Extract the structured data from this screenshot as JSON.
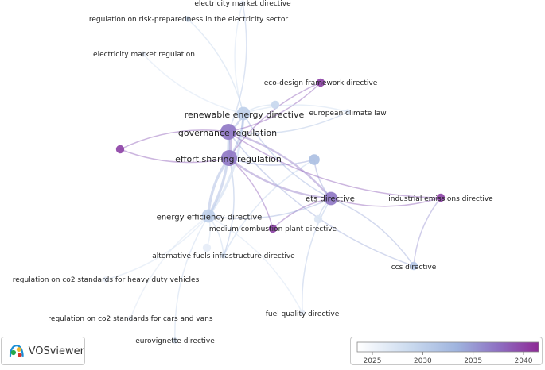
{
  "app": {
    "name": "VOSviewer"
  },
  "legend": {
    "ticks": [
      "2025",
      "2030",
      "2035",
      "2040"
    ],
    "scale_min": 2023.5,
    "scale_max": 2041.5,
    "colors": [
      "#ffffff",
      "#c9d9ee",
      "#9fb4de",
      "#8e6fc2",
      "#8e2a96"
    ]
  },
  "nodes": [
    {
      "id": "electricity-market-directive",
      "label": "electricity market directive",
      "weight": 1,
      "year": 2026
    },
    {
      "id": "regulation-on-risk-preparedness",
      "label": "regulation on risk-preparedness in the electricity sector",
      "weight": 1,
      "year": 2029
    },
    {
      "id": "electricity-market-regulation",
      "label": "electricity market regulation",
      "weight": 1,
      "year": 2026
    },
    {
      "id": "eco-design-framework-directive",
      "label": "eco-design framework directive",
      "weight": 2,
      "year": 2040
    },
    {
      "id": "renewable-energy-directive",
      "label": "renewable energy directive",
      "weight": 4,
      "year": 2030
    },
    {
      "id": "european-climate-law",
      "label": "european climate law",
      "weight": 1,
      "year": 2027
    },
    {
      "id": "governance-regulation",
      "label": "governance regulation",
      "weight": 5,
      "year": 2037
    },
    {
      "id": "effort-sharing-regulation",
      "label": "effort sharing regulation",
      "weight": 5,
      "year": 2037
    },
    {
      "id": "ets-directive",
      "label": "ets directive",
      "weight": 4,
      "year": 2037
    },
    {
      "id": "industrial-emissions-directive",
      "label": "industrial emissions directive",
      "weight": 2,
      "year": 2040
    },
    {
      "id": "energy-efficiency-directive",
      "label": "energy efficiency directive",
      "weight": 4,
      "year": 2030
    },
    {
      "id": "medium-combustion-plant-directive",
      "label": "medium combustion plant directive",
      "weight": 2,
      "year": 2040
    },
    {
      "id": "alternative-fuels-infrastructure-directive",
      "label": "alternative fuels infrastructure directive",
      "weight": 1,
      "year": 2028
    },
    {
      "id": "ccs-directive",
      "label": "ccs directive",
      "weight": 2,
      "year": 2031
    },
    {
      "id": "regulation-on-co2-standards-heavy-duty",
      "label": "regulation on co2 standards for heavy duty vehicles",
      "weight": 1,
      "year": 2026
    },
    {
      "id": "regulation-on-co2-standards-cars-vans",
      "label": "regulation on co2 standards for cars and vans",
      "weight": 1,
      "year": 2025
    },
    {
      "id": "fuel-quality-directive",
      "label": "fuel quality directive",
      "weight": 1,
      "year": 2026
    },
    {
      "id": "eurovignette-directive",
      "label": "eurovignette directive",
      "weight": 1,
      "year": 2028
    },
    {
      "id": "unlabeled-node-a",
      "label": "",
      "weight": 2,
      "year": 2040
    },
    {
      "id": "unlabeled-node-b",
      "label": "",
      "weight": 2,
      "year": 2029
    },
    {
      "id": "unlabeled-node-c",
      "label": "",
      "weight": 3,
      "year": 2032
    },
    {
      "id": "unlabeled-node-d",
      "label": "",
      "weight": 2,
      "year": 2026
    },
    {
      "id": "unlabeled-node-e",
      "label": "",
      "weight": 2,
      "year": 2027
    }
  ],
  "links": [
    [
      "governance-regulation",
      "effort-sharing-regulation",
      3
    ],
    [
      "governance-regulation",
      "renewable-energy-directive",
      2
    ],
    [
      "governance-regulation",
      "energy-efficiency-directive",
      3
    ],
    [
      "effort-sharing-regulation",
      "energy-efficiency-directive",
      3
    ],
    [
      "renewable-energy-directive",
      "energy-efficiency-directive",
      3
    ],
    [
      "effort-sharing-regulation",
      "ets-directive",
      2
    ],
    [
      "governance-regulation",
      "ets-directive",
      2
    ],
    [
      "renewable-energy-directive",
      "ets-directive",
      1
    ],
    [
      "renewable-energy-directive",
      "effort-sharing-regulation",
      2
    ],
    [
      "governance-regulation",
      "eco-design-framework-directive",
      1
    ],
    [
      "effort-sharing-regulation",
      "eco-design-framework-directive",
      1
    ],
    [
      "governance-regulation",
      "unlabeled-node-a",
      1
    ],
    [
      "effort-sharing-regulation",
      "unlabeled-node-a",
      1
    ],
    [
      "ets-directive",
      "industrial-emissions-directive",
      1
    ],
    [
      "ets-directive",
      "ccs-directive",
      1
    ],
    [
      "ets-directive",
      "medium-combustion-plant-directive",
      1
    ],
    [
      "effort-sharing-regulation",
      "medium-combustion-plant-directive",
      1
    ],
    [
      "energy-efficiency-directive",
      "ets-directive",
      1
    ],
    [
      "energy-efficiency-directive",
      "alternative-fuels-infrastructure-directive",
      1
    ],
    [
      "energy-efficiency-directive",
      "regulation-on-co2-standards-cars-vans",
      1
    ],
    [
      "energy-efficiency-directive",
      "regulation-on-co2-standards-heavy-duty",
      1
    ],
    [
      "energy-efficiency-directive",
      "eurovignette-directive",
      1
    ],
    [
      "energy-efficiency-directive",
      "fuel-quality-directive",
      1
    ],
    [
      "unlabeled-node-c",
      "alternative-fuels-infrastructure-directive",
      1
    ],
    [
      "renewable-energy-directive",
      "electricity-market-directive",
      1
    ],
    [
      "renewable-energy-directive",
      "regulation-on-risk-preparedness",
      1
    ],
    [
      "renewable-energy-directive",
      "electricity-market-regulation",
      1
    ],
    [
      "governance-regulation",
      "electricity-market-directive",
      1
    ],
    [
      "renewable-energy-directive",
      "european-climate-law",
      1
    ],
    [
      "governance-regulation",
      "european-climate-law",
      1
    ],
    [
      "renewable-energy-directive",
      "unlabeled-node-b",
      1
    ],
    [
      "effort-sharing-regulation",
      "unlabeled-node-c",
      1
    ],
    [
      "ets-directive",
      "unlabeled-node-c",
      1
    ],
    [
      "ets-directive",
      "unlabeled-node-e",
      1
    ],
    [
      "energy-efficiency-directive",
      "unlabeled-node-d",
      1
    ],
    [
      "ets-directive",
      "fuel-quality-directive",
      1
    ],
    [
      "ccs-directive",
      "industrial-emissions-directive",
      1
    ],
    [
      "governance-regulation",
      "industrial-emissions-directive",
      1
    ],
    [
      "effort-sharing-regulation",
      "alternative-fuels-infrastructure-directive",
      1
    ],
    [
      "governance-regulation",
      "ccs-directive",
      1
    ]
  ]
}
